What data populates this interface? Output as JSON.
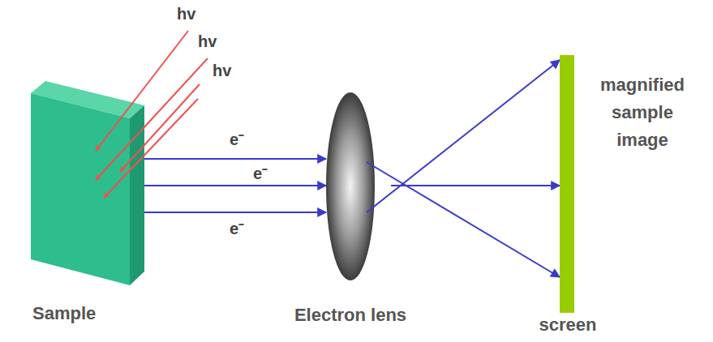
{
  "diagram": {
    "labels": [
      "hv",
      "hv",
      "hv",
      "e⁻",
      "e⁻",
      "e⁻",
      "Sample",
      "Electron lens",
      "screen",
      "magnified sample image"
    ]
  }
}
